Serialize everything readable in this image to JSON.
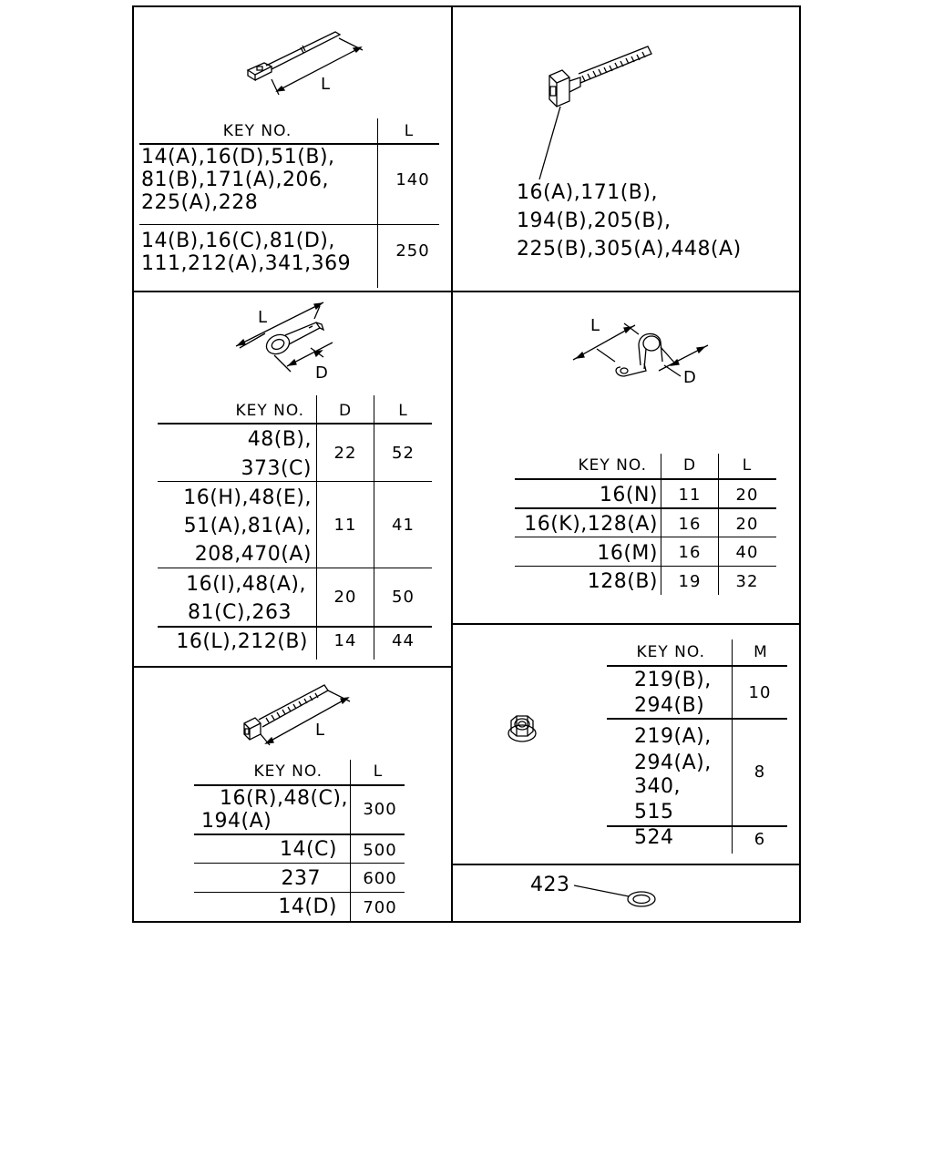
{
  "p1": {
    "dim_label": "L",
    "hdr_key": "KEY NO.",
    "hdr_l": "L",
    "rows": [
      {
        "lines": [
          "14(A),16(D),51(B),",
          "81(B),171(A),206,",
          "225(A),228"
        ],
        "l": "140"
      },
      {
        "lines": [
          "14(B),16(C),81(D),",
          "111,212(A),341,369"
        ],
        "l": "250"
      }
    ]
  },
  "p2": {
    "lines": [
      "16(A),171(B),",
      "194(B),205(B),",
      "225(B),305(A),448(A)"
    ]
  },
  "p3": {
    "dim_l": "L",
    "dim_d": "D",
    "hdr_key": "KEY NO.",
    "hdr_d": "D",
    "hdr_l": "L",
    "rows": [
      {
        "lines": [
          "48(B),",
          "373(C)"
        ],
        "d": "22",
        "l": "52"
      },
      {
        "lines": [
          "16(H),48(E),",
          "51(A),81(A),",
          "208,470(A)"
        ],
        "d": "11",
        "l": "41"
      },
      {
        "lines": [
          "16(I),48(A),",
          "81(C),263"
        ],
        "d": "20",
        "l": "50"
      },
      {
        "lines": [
          "16(L),212(B)"
        ],
        "d": "14",
        "l": "44"
      }
    ]
  },
  "p4": {
    "dim_l": "L",
    "dim_d": "D",
    "hdr_key": "KEY NO.",
    "hdr_d": "D",
    "hdr_l": "L",
    "rows": [
      {
        "key": "16(N)",
        "d": "11",
        "l": "20"
      },
      {
        "key": "16(K),128(A)",
        "d": "16",
        "l": "20"
      },
      {
        "key": "16(M)",
        "d": "16",
        "l": "40"
      },
      {
        "key": "128(B)",
        "d": "19",
        "l": "32"
      }
    ]
  },
  "p5": {
    "dim_label": "L",
    "hdr_key": "KEY NO.",
    "hdr_l": "L",
    "rows": [
      {
        "lines": [
          "16(R),48(C),",
          "194(A)"
        ],
        "l": "300"
      },
      {
        "lines": [
          "14(C)"
        ],
        "l": "500"
      },
      {
        "lines": [
          "237"
        ],
        "l": "600"
      },
      {
        "lines": [
          "14(D)"
        ],
        "l": "700"
      }
    ]
  },
  "p6": {
    "hdr_key": "KEY NO.",
    "hdr_m": "M",
    "rows": [
      {
        "lines": [
          "219(B),",
          "294(B)"
        ],
        "m": "10"
      },
      {
        "lines": [
          "219(A),",
          "294(A),",
          "340,",
          "515"
        ],
        "m": "8"
      },
      {
        "lines": [
          "524"
        ],
        "m": "6"
      }
    ]
  },
  "p7": {
    "key": "423"
  }
}
